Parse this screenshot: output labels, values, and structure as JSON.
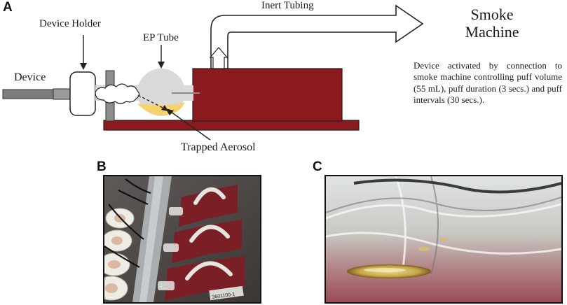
{
  "panels": {
    "a": "A",
    "b": "B",
    "c": "C"
  },
  "labels": {
    "device": "Device",
    "device_holder": "Device Holder",
    "ep_tube": "EP Tube",
    "inert_tubing": "Inert Tubing",
    "smoke_machine": "Smoke\nMachine",
    "trapped_aerosol": "Trapped Aerosol"
  },
  "caption": "Device activated by connection to smoke machine controlling puff volume (55  mL), puff  duration (3 secs.) and puff intervals (30 secs.).",
  "photo_b": {
    "vial_label": "3601100-1"
  },
  "colors": {
    "machine_red": "#8b1a1f",
    "device_gray": "#7d7d7d",
    "aerosol_yellow": "#f6d36a",
    "tube_gray": "#d9d9d9"
  }
}
